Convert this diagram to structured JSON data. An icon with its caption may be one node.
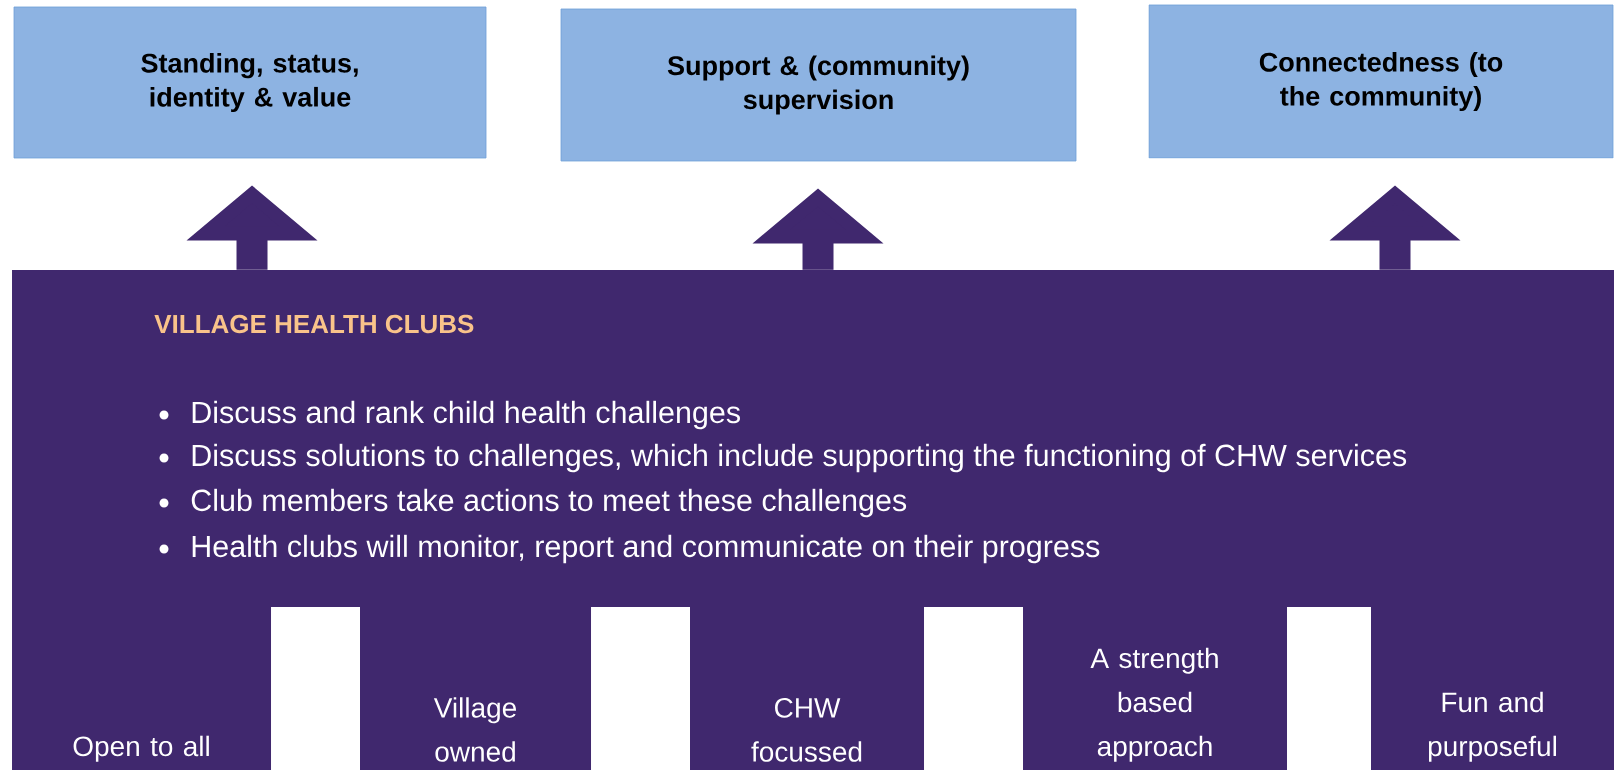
{
  "diagram": {
    "nodes": [
      {
        "text": [
          "Standing, status, identity & value"
        ]
      },
      {
        "text": [
          "Support & (community) supervision"
        ]
      },
      {
        "text": [
          "Connectedness (to the community)"
        ]
      },
      {
        "text": [
          "VILLAGE HEALTH CLUBS",
          "Discuss and rank child health challenges",
          "Discuss solutions to challenges, which include supporting the functioning of CHW services",
          "Club members take actions to meet these challenges",
          "Health clubs will monitor, report and communicate on their progress"
        ]
      },
      {
        "text": [
          "Open to all"
        ],
        "in": 3
      },
      {
        "text": [
          "Village owned"
        ],
        "in": 3
      },
      {
        "text": [
          "CHW focussed"
        ],
        "in": 3
      },
      {
        "text": [
          "A strength based approach"
        ],
        "in": 3
      },
      {
        "text": [
          "Fun and purposeful"
        ],
        "in": 3
      }
    ],
    "edges": [
      {
        "from": 3,
        "to": 0,
        "arrow": "to"
      },
      {
        "from": 3,
        "to": 1,
        "arrow": "to"
      },
      {
        "from": 3,
        "to": 2,
        "arrow": "to"
      }
    ]
  }
}
